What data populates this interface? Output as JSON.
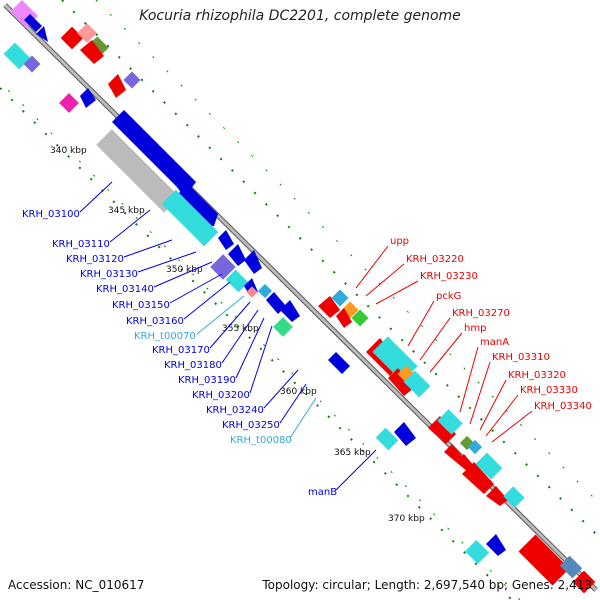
{
  "title": "Kocuria rhizophila DC2201, complete genome",
  "accession": "Accession: NC_010617",
  "summary": "Topology: circular; Length: 2,697,540 bp; Genes: 2,413",
  "colors": {
    "blue": "#0000dd",
    "red": "#ee0000",
    "cyan": "#33dddd",
    "gray": "#bbbbbb",
    "tick": "#006600",
    "light_blue_label": "#33aadd"
  },
  "scale_labels": [
    "340 kbp",
    "345 kbp",
    "350 kbp",
    "355 kbp",
    "360 kbp",
    "365 kbp",
    "370 kbp"
  ],
  "left_genes": [
    {
      "name": "KRH_03100",
      "color": "blue"
    },
    {
      "name": "KRH_03110",
      "color": "blue"
    },
    {
      "name": "KRH_03120",
      "color": "blue"
    },
    {
      "name": "KRH_03130",
      "color": "blue"
    },
    {
      "name": "KRH_03140",
      "color": "blue"
    },
    {
      "name": "KRH_03150",
      "color": "blue"
    },
    {
      "name": "KRH_03160",
      "color": "blue"
    },
    {
      "name": "KRH_t00070",
      "color": "light"
    },
    {
      "name": "KRH_03170",
      "color": "blue"
    },
    {
      "name": "KRH_03180",
      "color": "blue"
    },
    {
      "name": "KRH_03190",
      "color": "blue"
    },
    {
      "name": "KRH_03200",
      "color": "blue"
    },
    {
      "name": "KRH_03240",
      "color": "blue"
    },
    {
      "name": "KRH_03250",
      "color": "blue"
    },
    {
      "name": "KRH_t00080",
      "color": "light"
    },
    {
      "name": "manB",
      "color": "blue"
    }
  ],
  "right_genes": [
    {
      "name": "upp"
    },
    {
      "name": "KRH_03220"
    },
    {
      "name": "KRH_03230"
    },
    {
      "name": "pckG"
    },
    {
      "name": "KRH_03270"
    },
    {
      "name": "hmp"
    },
    {
      "name": "manA"
    },
    {
      "name": "KRH_03310"
    },
    {
      "name": "KRH_03320"
    },
    {
      "name": "KRH_03330"
    },
    {
      "name": "KRH_03340"
    }
  ]
}
